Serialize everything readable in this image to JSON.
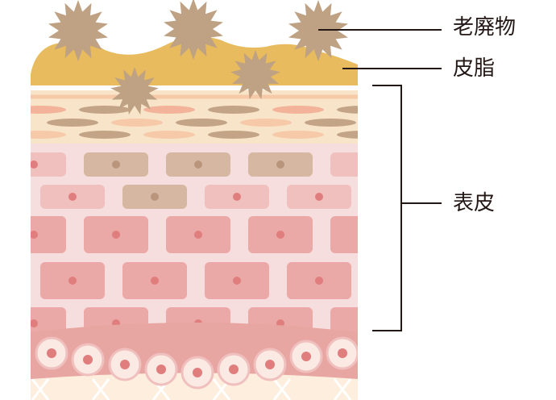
{
  "labels": {
    "waste": "老廃物",
    "sebum": "皮脂",
    "epidermis": "表皮"
  },
  "colors": {
    "sebum": "#e7bb5e",
    "waste_particle": "#bfa183",
    "stratum_corneum_bg": "#f8e5c9",
    "corneum_flake_brown": "#c3a487",
    "corneum_flake_pink": "#f2b39a",
    "corneum_flake_peach": "#f6c9a8",
    "epidermis_bg": "#f7dede",
    "cell_light": "#f0c0be",
    "cell_medium": "#eaa8a6",
    "cell_pigmented": "#d5b7a2",
    "cell_nucleus": "#e07d7d",
    "pigment_nucleus": "#b9967b",
    "basal_band": "#e8a6a2",
    "basal_cell_fill": "#fbe9e3",
    "dermis_bg": "#fdeedd",
    "leader_line": "#231815"
  }
}
